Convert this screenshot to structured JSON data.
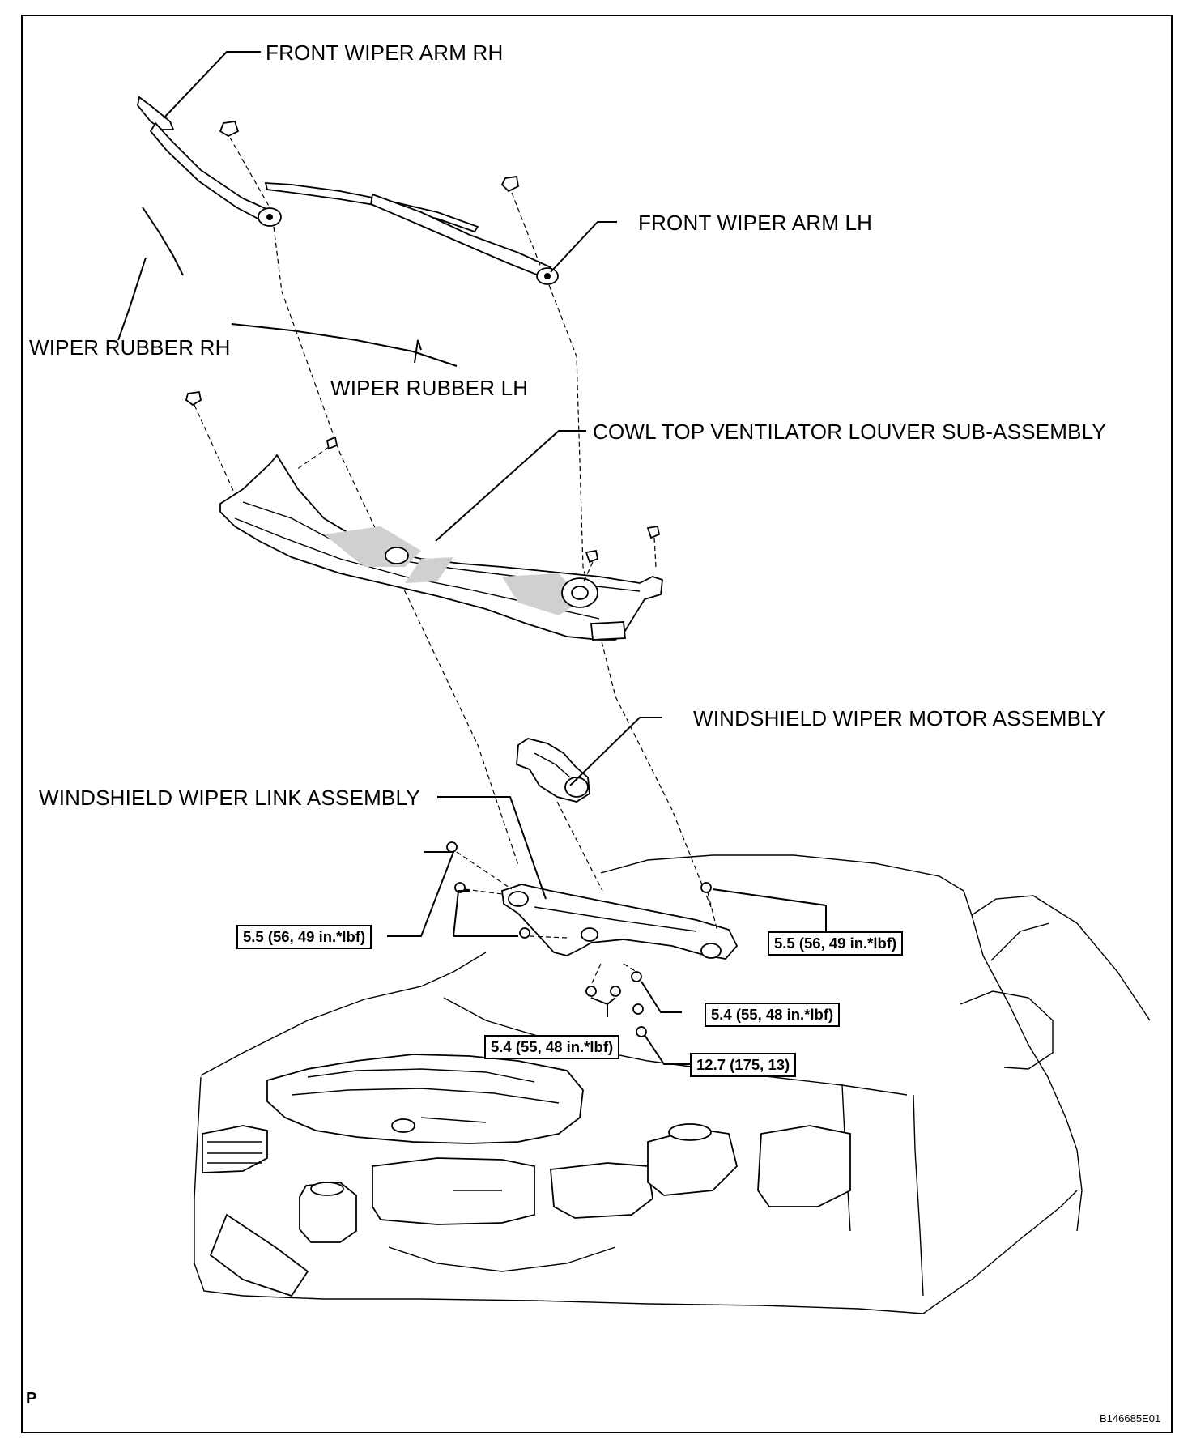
{
  "labels": {
    "front_wiper_arm_rh": "FRONT WIPER ARM RH",
    "front_wiper_arm_lh": "FRONT WIPER ARM LH",
    "wiper_rubber_rh": "WIPER RUBBER RH",
    "wiper_rubber_lh": "WIPER RUBBER LH",
    "cowl_louver": "COWL TOP VENTILATOR LOUVER SUB-ASSEMBLY",
    "wiper_motor": "WINDSHIELD WIPER MOTOR ASSEMBLY",
    "wiper_link": "WINDSHIELD WIPER LINK ASSEMBLY"
  },
  "torques": {
    "link_left": "5.5 (56, 49 in.*lbf)",
    "link_right": "5.5 (56, 49 in.*lbf)",
    "motor_right": "5.4 (55, 48 in.*lbf)",
    "motor_left": "5.4 (55, 48 in.*lbf)",
    "nut": "12.7 (175, 13)"
  },
  "corner": {
    "page_letter": "P",
    "figure_id": "B146685E01"
  }
}
